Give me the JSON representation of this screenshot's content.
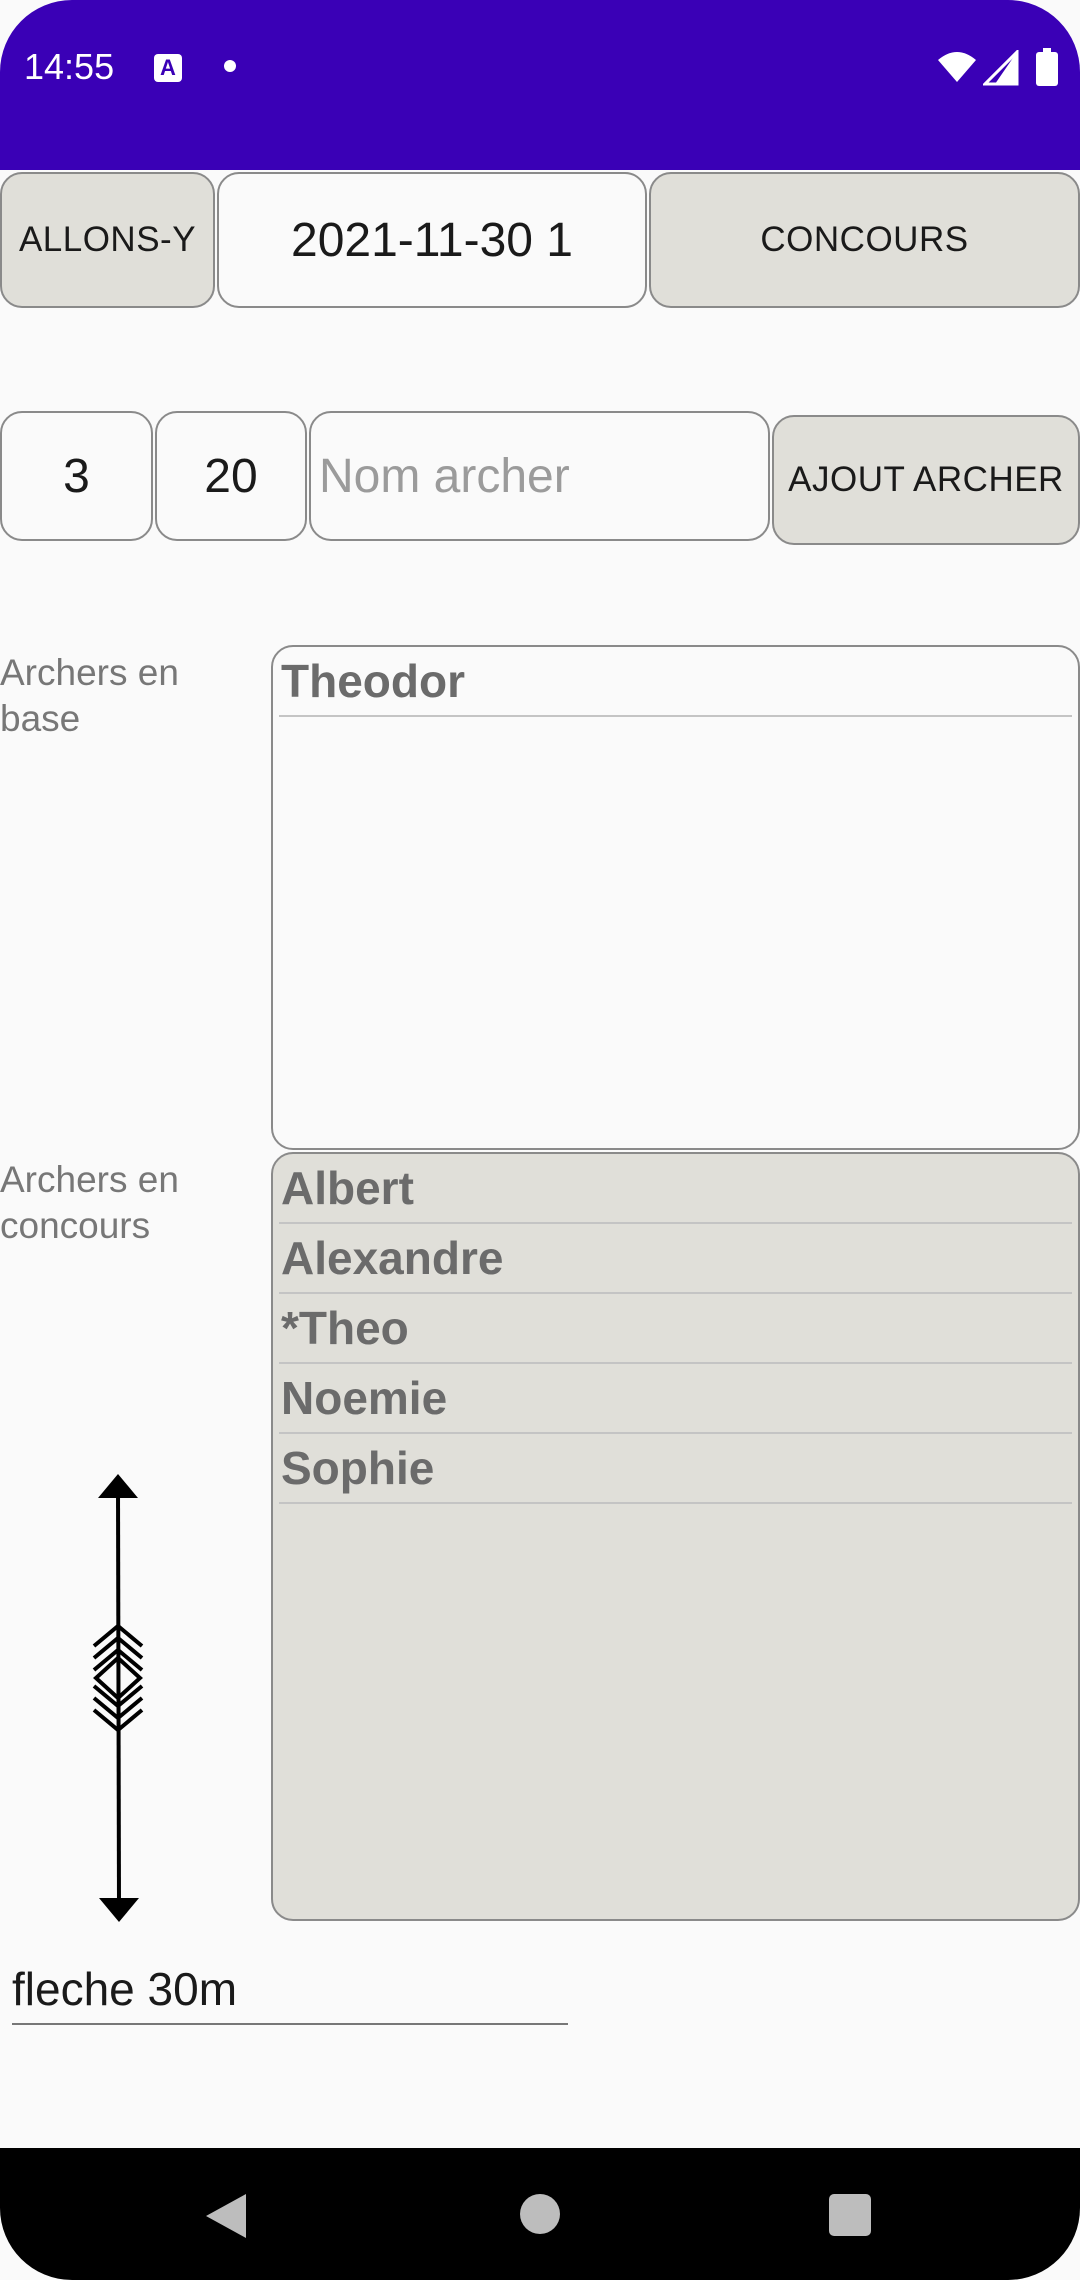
{
  "status_bar": {
    "time": "14:55",
    "notification_icons": [
      "a-icon",
      "dot-icon"
    ],
    "system_icons": [
      "wifi-icon",
      "signal-icon",
      "battery-icon"
    ]
  },
  "toolbar": {
    "go_label": "ALLONS-Y",
    "date_value": "2021-11-30 1",
    "competition_label": "CONCOURS"
  },
  "archer_form": {
    "number_a": "3",
    "number_b": "20",
    "name_placeholder": "Nom archer",
    "name_value": "",
    "add_label": "AJOUT ARCHER"
  },
  "base_archers": {
    "label": "Archers en base",
    "items": [
      "Theodor"
    ]
  },
  "contest_archers": {
    "label": "Archers en concours",
    "items": [
      "Albert",
      "Alexandre",
      "*Theo",
      "Noemie",
      "Sophie"
    ]
  },
  "arrow": {
    "icon": "arrow-icon",
    "input_value": "fleche 30m"
  },
  "nav": {
    "icons": [
      "back-icon",
      "home-icon",
      "recents-icon"
    ]
  },
  "colors": {
    "status_bar": "#3a00b6",
    "button_bg": "#e0dfd9",
    "page_bg": "#fafafa"
  }
}
